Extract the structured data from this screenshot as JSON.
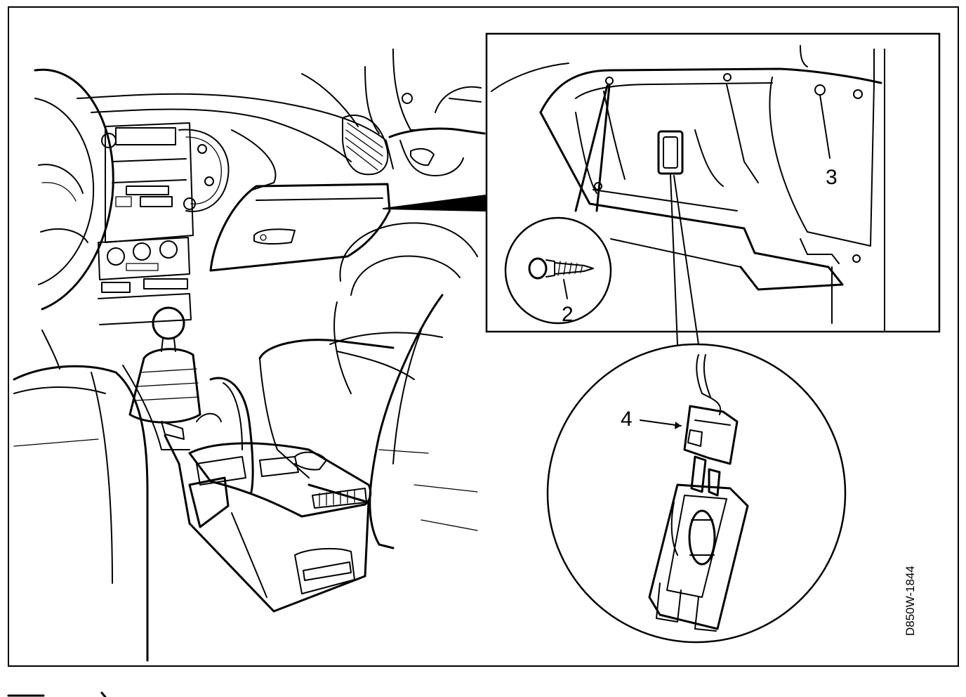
{
  "figure": {
    "callouts": {
      "c2": "2",
      "c3": "3",
      "c4": "4"
    },
    "drawing_code": "D850W-1844",
    "ink_color": "#000000",
    "paper_color": "#ffffff"
  }
}
